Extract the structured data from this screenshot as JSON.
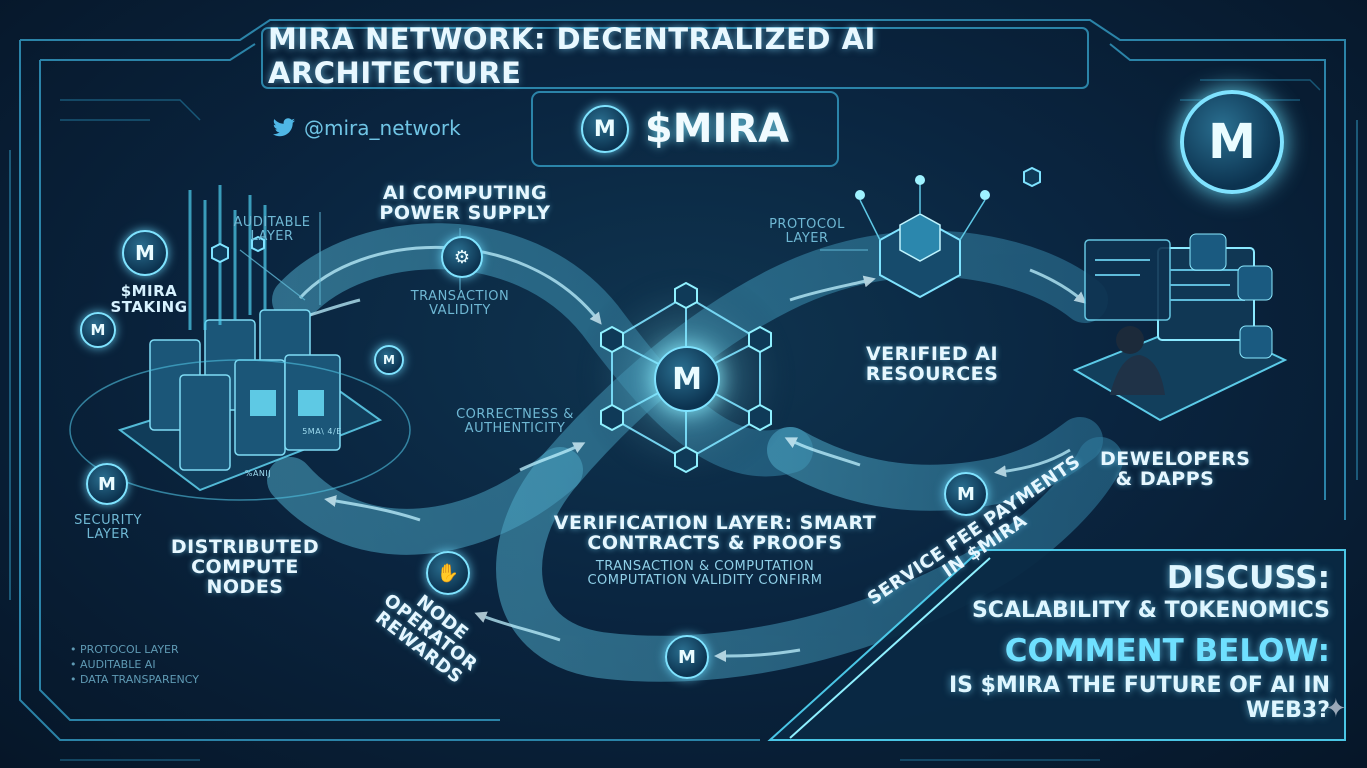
{
  "title": "MIRA NETWORK: DECENTRALIZED AI ARCHITECTURE",
  "token": {
    "symbol": "$MIRA",
    "logo_letter": "M"
  },
  "social": {
    "icon": "twitter-bird-icon",
    "handle": "@mira_network"
  },
  "labels": {
    "auditable_layer": "AUDITABLE LAYER",
    "mira_staking": "$MIRA STAKING",
    "security_layer": "SECURITY LAYER",
    "distributed_nodes": "DISTRIBUTED COMPUTE NODES",
    "ai_power_supply": "AI COMPUTING POWER SUPPLY",
    "transaction_validity": "TRANSACTION VALIDITY",
    "correctness": "CORRECTNESS & AUTHENTICITY",
    "protocol_layer": "PROTOCOL LAYER",
    "verified_ai": "VERIFIED AI RESOURCES",
    "developers": "DEWELOPERS & dAPPS",
    "verification_title": "VERIFICATION LAYER: SMART CONTRACTS & PROOFS",
    "verification_sub": "TRANSACTION & COMPUTATION COMPUTATION VALIDITY CONFIRM",
    "service_fee": "SERVICE FEE PAYMENTS IN $MIRA",
    "node_rewards": "NODE OPERATOR REWARDS"
  },
  "server_tags": [
    "%ANIJ",
    "5MA\\ 4/E"
  ],
  "cta": {
    "discuss": "DISCUSS:",
    "topics": "SCALABILITY & TOKENOMICS",
    "comment": "COMMENT BELOW:",
    "question": "IS $MIRA THE FUTURE OF AI IN WEB3?"
  },
  "notes": [
    "PROTOCOL LAYER",
    "AUDITABLE AI",
    "DATA TRANSPARENCY"
  ],
  "colors": {
    "accent": "#7fe3ff",
    "background": "#0a2540",
    "flow": "#3fa7c9"
  }
}
